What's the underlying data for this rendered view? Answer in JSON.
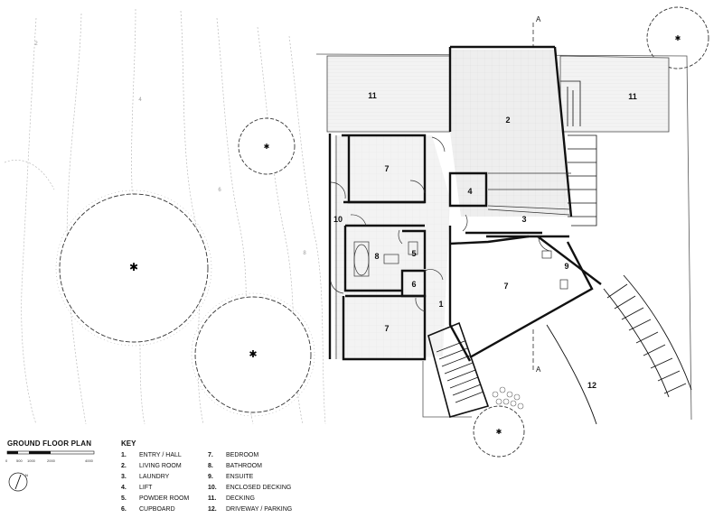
{
  "title": "GROUND FLOOR PLAN",
  "scale_bar": {
    "labels": [
      "0",
      "500",
      "1000",
      "2000",
      "4000"
    ]
  },
  "north_label": "N",
  "section_label": "A",
  "contour_labels": [
    "2",
    "4",
    "6",
    "8"
  ],
  "rooms": {
    "entry": "1",
    "living": "2",
    "laundry": "3",
    "lift": "4",
    "powder": "5",
    "cupboard": "6",
    "bedroom": "7",
    "bathroom": "8",
    "ensuite": "9",
    "enclosed_decking": "10",
    "decking": "11",
    "driveway": "12"
  },
  "key": {
    "title": "KEY",
    "items": [
      {
        "num": "1.",
        "label": "ENTRY / HALL"
      },
      {
        "num": "2.",
        "label": "LIVING ROOM"
      },
      {
        "num": "3.",
        "label": "LAUNDRY"
      },
      {
        "num": "4.",
        "label": "LIFT"
      },
      {
        "num": "5.",
        "label": "POWDER ROOM"
      },
      {
        "num": "6.",
        "label": "CUPBOARD"
      },
      {
        "num": "7.",
        "label": "BEDROOM"
      },
      {
        "num": "8.",
        "label": "BATHROOM"
      },
      {
        "num": "9.",
        "label": "ENSUITE"
      },
      {
        "num": "10.",
        "label": "ENCLOSED DECKING"
      },
      {
        "num": "11.",
        "label": "DECKING"
      },
      {
        "num": "12.",
        "label": "DRIVEWAY / PARKING"
      }
    ]
  },
  "colors": {
    "line": "#111111",
    "deck_fill": "#eeeeee",
    "contour": "#bbbbbb",
    "tree_stroke": "#333333"
  }
}
